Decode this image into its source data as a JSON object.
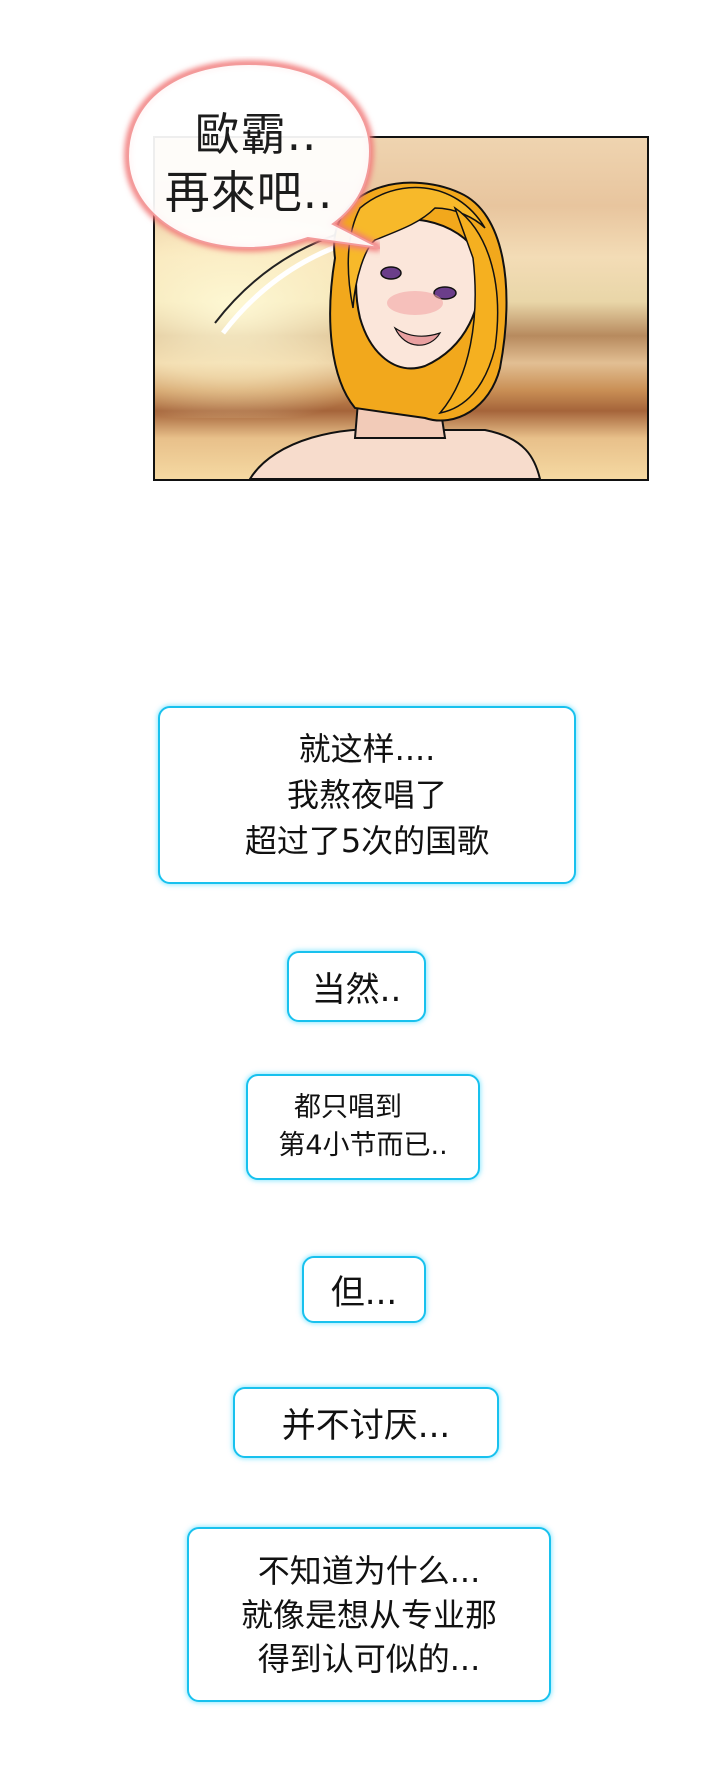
{
  "comic": {
    "panel1": {
      "speech_bubble": {
        "lines": [
          "歐霸..",
          "再來吧.."
        ],
        "border_color": "#f07070"
      },
      "description": "blonde woman blushing, smiling, looking sideways"
    },
    "captions": [
      {
        "lines": [
          "就这样....",
          "我熬夜唱了",
          "超过了5次的国歌"
        ]
      },
      {
        "lines": [
          "当然.."
        ]
      },
      {
        "lines": [
          "都只唱到",
          "第4小节而已.."
        ]
      },
      {
        "lines": [
          "但..."
        ]
      },
      {
        "lines": [
          "并不讨厌..."
        ]
      },
      {
        "lines": [
          "不知道为什么...",
          "就像是想从专业那",
          "得到认可似的..."
        ]
      }
    ],
    "colors": {
      "caption_border": "#18c1ee",
      "panel_border": "#111111",
      "background": "#ffffff"
    }
  }
}
